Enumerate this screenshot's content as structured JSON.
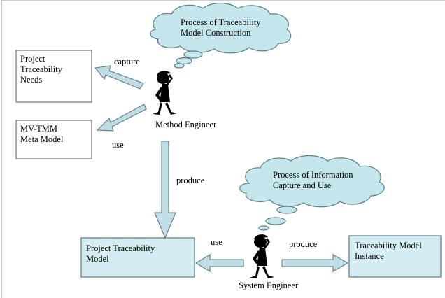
{
  "clouds": {
    "construction": [
      "Process of Traceability",
      "Model Construction"
    ],
    "capture_use": [
      "Process of Information",
      "Capture and Use"
    ]
  },
  "boxes": {
    "project_needs": "Project\nTraceability\nNeeds",
    "mv_tmm": "MV-TMM\nMeta Model",
    "project_model": "Project Traceability\nModel",
    "tm_instance": "Traceability Model\nInstance"
  },
  "actors": {
    "method_engineer": "Method Engineer",
    "system_engineer": "System Engineer"
  },
  "edges": {
    "capture": "capture",
    "use_meta": "use",
    "produce_model": "produce",
    "use_model": "use",
    "produce_instance": "produce"
  },
  "colors": {
    "box_fill": "#d4ecf2",
    "cloud_fill": "#c6e6ee",
    "arrow_fill": "#c0dde6",
    "outline": "#5a7d86"
  }
}
